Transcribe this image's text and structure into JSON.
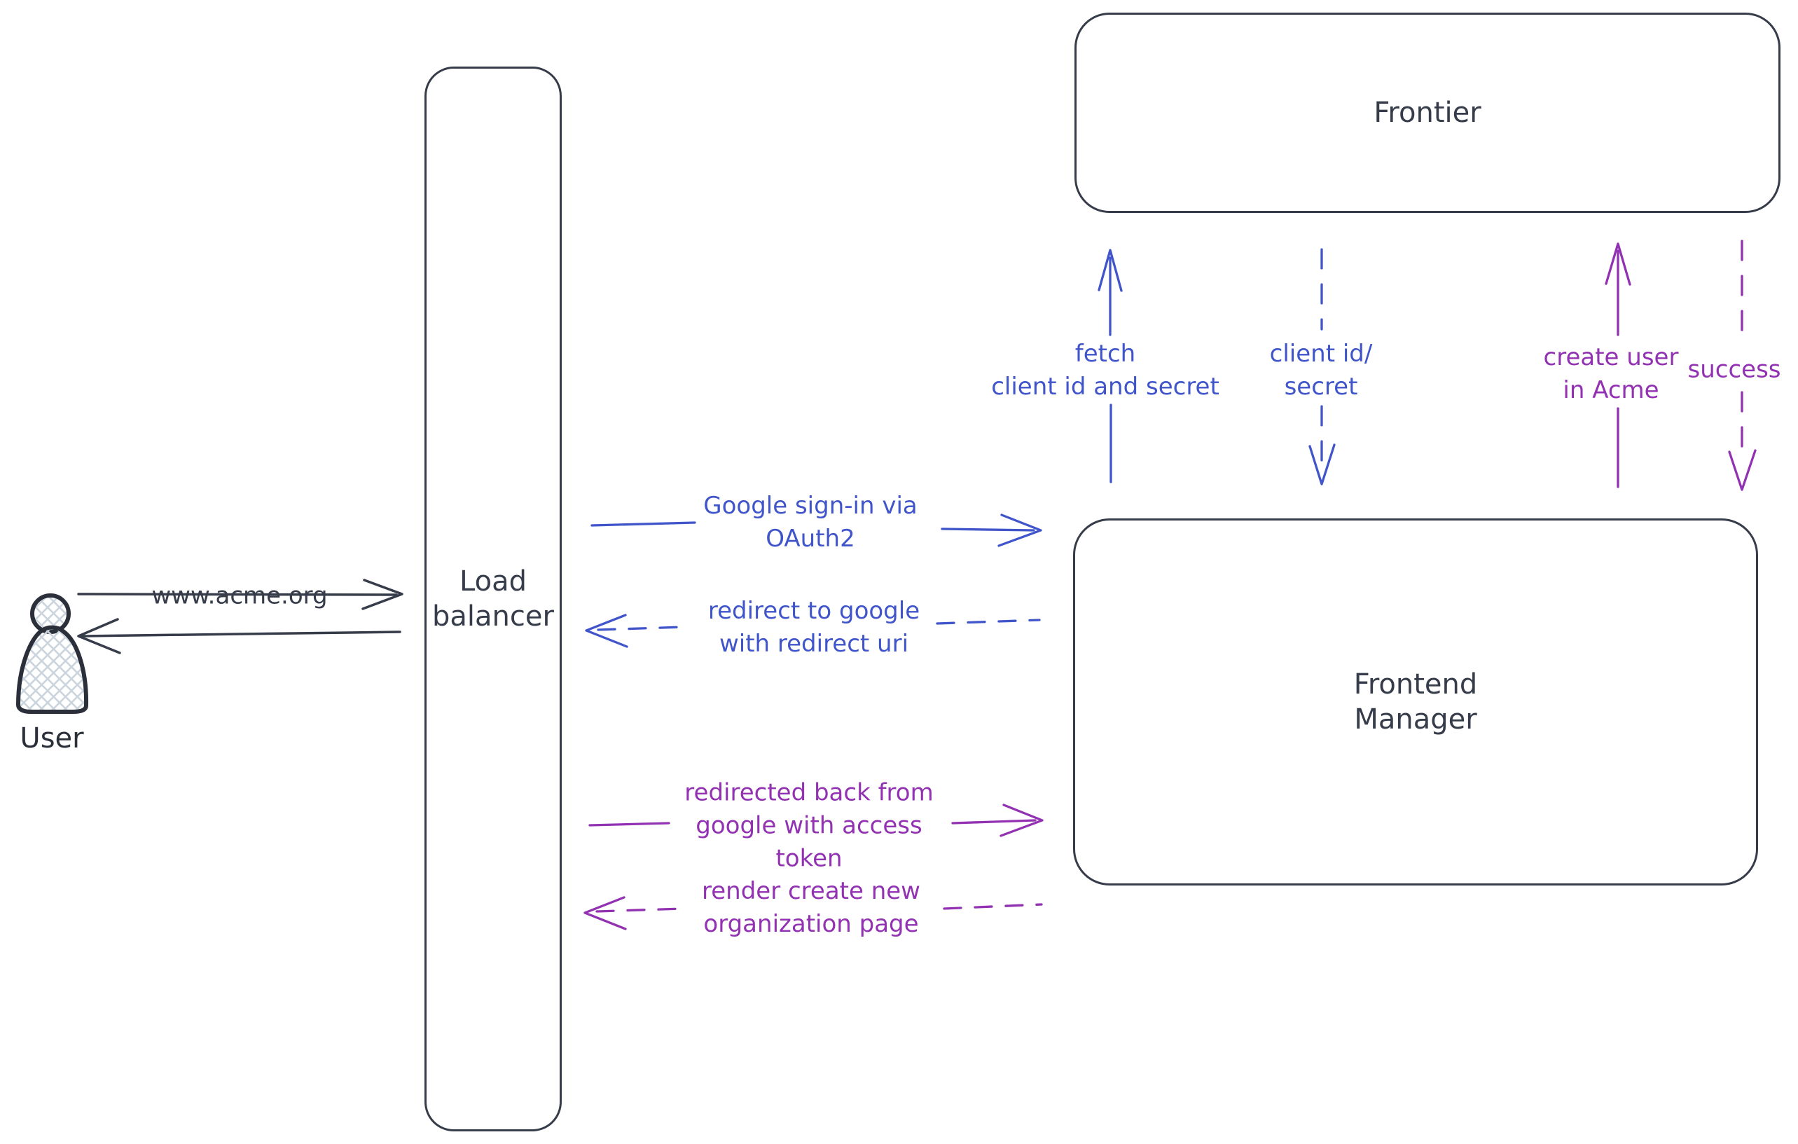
{
  "colors": {
    "ink": "#363c49",
    "blue": "#4155cb",
    "purple": "#9232b2",
    "actor_hatch": "#ccd5de"
  },
  "nodes": {
    "load_balancer": {
      "label": "Load\nbalancer"
    },
    "frontier": {
      "label": "Frontier"
    },
    "frontend_manager": {
      "label": "Frontend\nManager"
    }
  },
  "actor": {
    "label": "User"
  },
  "edges": [
    {
      "from": "user",
      "to": "load_balancer",
      "line": "solid",
      "color": "ink",
      "label": "www.acme.org"
    },
    {
      "from": "load_balancer",
      "to": "user",
      "line": "solid",
      "color": "ink",
      "label": ""
    },
    {
      "from": "load_balancer",
      "to": "frontend_manager",
      "line": "solid",
      "color": "blue",
      "label": "Google sign-in via\nOAuth2"
    },
    {
      "from": "frontend_manager",
      "to": "load_balancer",
      "line": "dashed",
      "color": "blue",
      "label": "redirect to google\nwith redirect uri"
    },
    {
      "from": "load_balancer",
      "to": "frontend_manager",
      "line": "solid",
      "color": "purple",
      "label": "redirected back from\ngoogle with access\ntoken"
    },
    {
      "from": "frontend_manager",
      "to": "load_balancer",
      "line": "dashed",
      "color": "purple",
      "label": "render create new\norganization page"
    },
    {
      "from": "frontend_manager",
      "to": "frontier",
      "line": "solid",
      "color": "blue",
      "label": "fetch\nclient id and secret"
    },
    {
      "from": "frontier",
      "to": "frontend_manager",
      "line": "dashed",
      "color": "blue",
      "label": "client id/\nsecret"
    },
    {
      "from": "frontend_manager",
      "to": "frontier",
      "line": "solid",
      "color": "purple",
      "label": "create user\nin Acme"
    },
    {
      "from": "frontier",
      "to": "frontend_manager",
      "line": "dashed",
      "color": "purple",
      "label": "success"
    }
  ]
}
